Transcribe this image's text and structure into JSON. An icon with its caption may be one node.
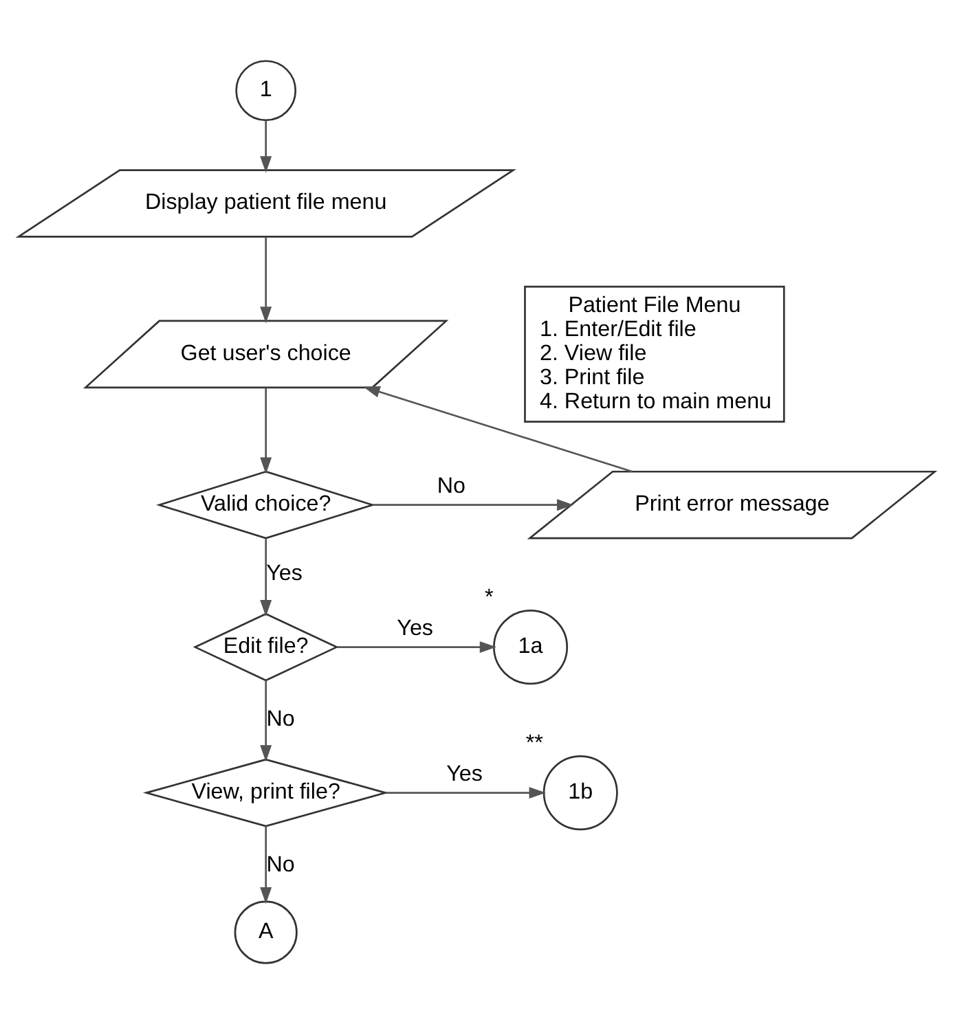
{
  "diagram": {
    "nodes": [
      {
        "text": [
          "1"
        ]
      },
      {
        "text": [
          "Display patient file menu"
        ]
      },
      {
        "text": [
          "Get user's choice"
        ]
      },
      {
        "text": [
          "Valid choice?"
        ]
      },
      {
        "text": [
          "Print error message"
        ]
      },
      {
        "text": [
          "Edit file?"
        ]
      },
      {
        "text": [
          "1a"
        ],
        "beside": [
          "*"
        ]
      },
      {
        "text": [
          "View, print file?"
        ]
      },
      {
        "text": [
          "1b"
        ],
        "beside": [
          "**"
        ]
      },
      {
        "text": [
          "A"
        ]
      },
      {
        "text": [
          "Patient File Menu",
          "1. Enter/Edit file",
          "2. View file",
          "3. Print file",
          "4. Return to main menu"
        ]
      }
    ],
    "edges": [
      {
        "from": 0,
        "to": 1,
        "arrow": "to"
      },
      {
        "from": 1,
        "to": 2,
        "arrow": "to"
      },
      {
        "from": 2,
        "to": 3,
        "arrow": "to"
      },
      {
        "from": 3,
        "to": 4,
        "arrow": "to",
        "label": "No"
      },
      {
        "from": 4,
        "to": 2,
        "arrow": "to"
      },
      {
        "from": 3,
        "to": 5,
        "arrow": "to",
        "label": "Yes"
      },
      {
        "from": 5,
        "to": 6,
        "arrow": "to",
        "label": "Yes"
      },
      {
        "from": 5,
        "to": 7,
        "arrow": "to",
        "label": "No"
      },
      {
        "from": 7,
        "to": 8,
        "arrow": "to",
        "label": "Yes"
      },
      {
        "from": 7,
        "to": 9,
        "arrow": "to",
        "label": "No"
      }
    ]
  }
}
